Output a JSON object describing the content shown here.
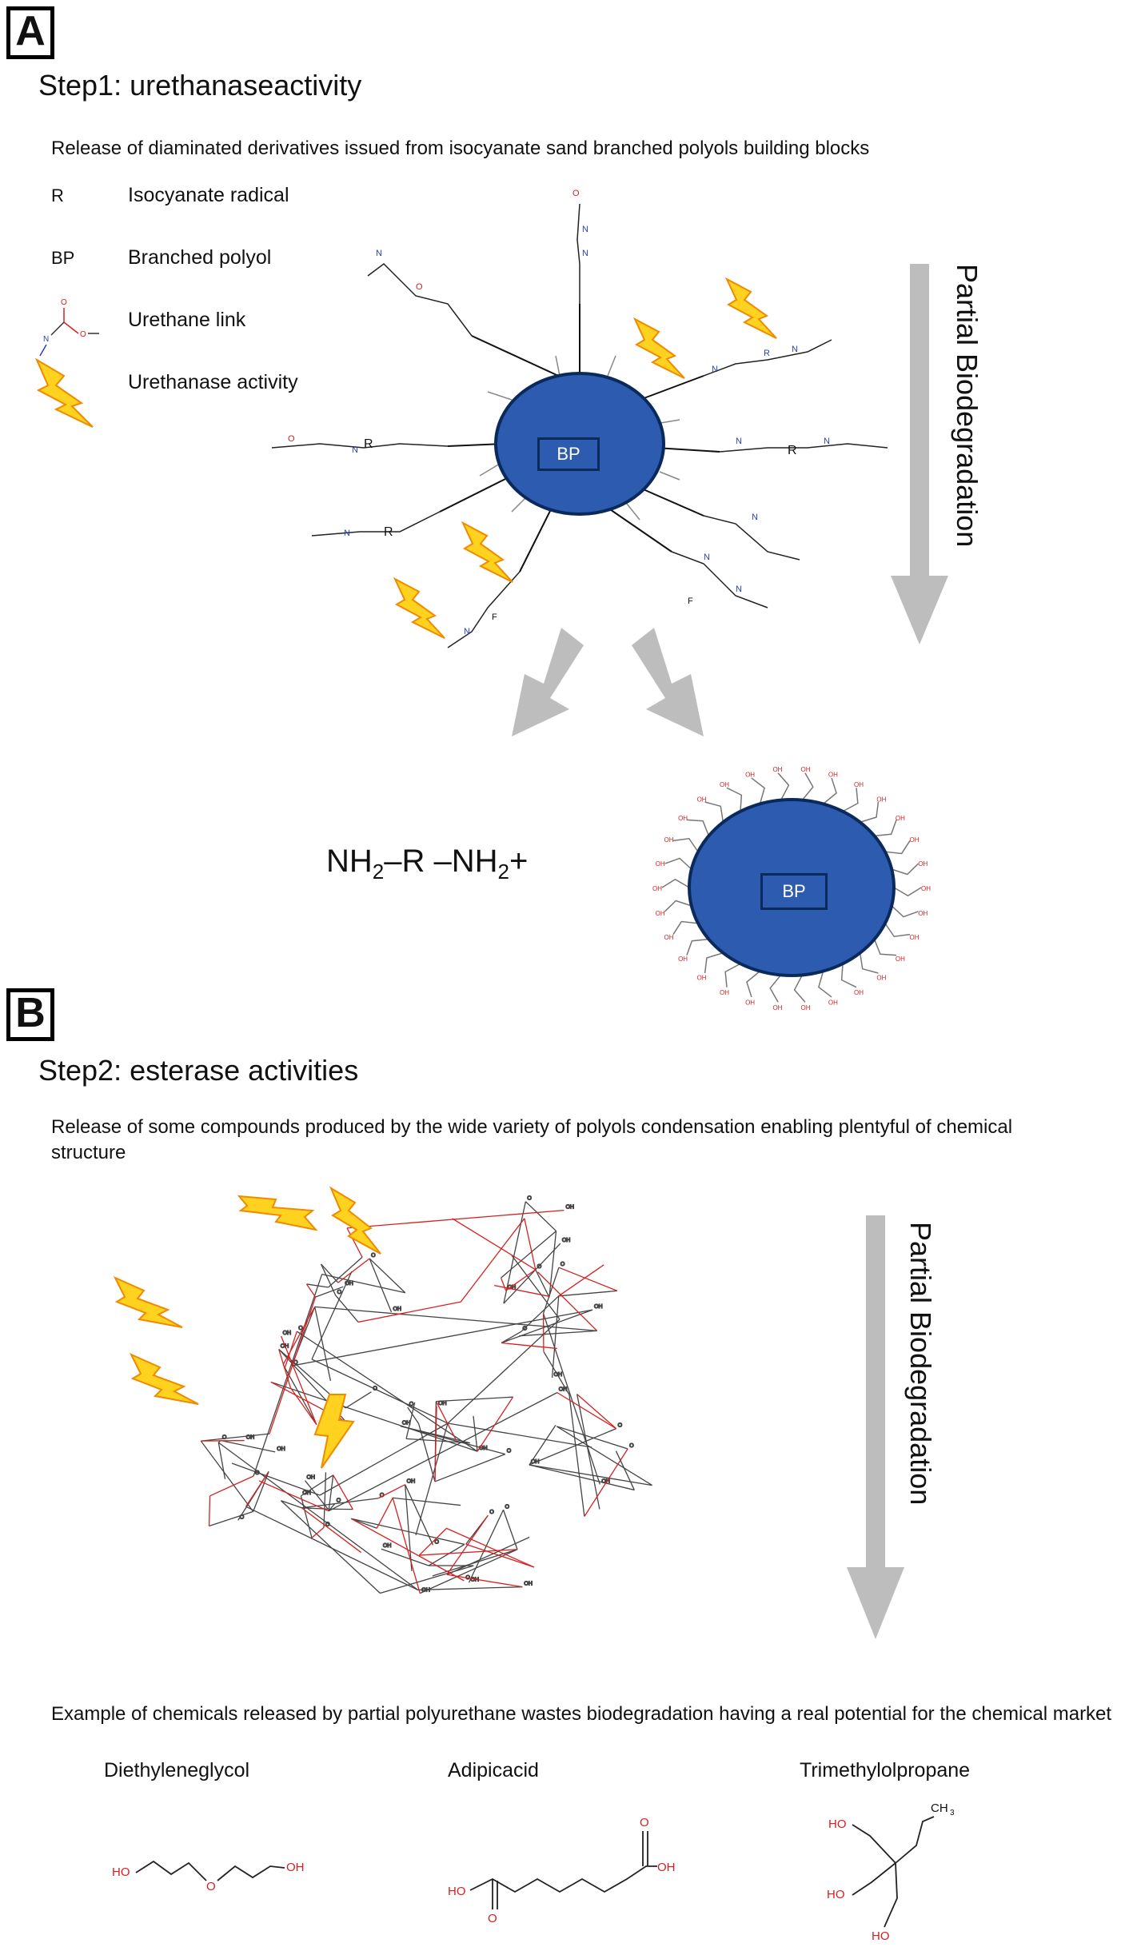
{
  "panel_a": {
    "badge": "A",
    "title": "Step1: urethanaseactivity",
    "caption": "Release of diaminated derivatives issued from isocyanate sand branched polyols building blocks",
    "legend": [
      {
        "key": "R",
        "label": "Isocyanate radical"
      },
      {
        "key": "BP",
        "label": "Branched polyol"
      },
      {
        "key": "",
        "label": "Urethane link"
      },
      {
        "key": "",
        "label": "Urethanase activity"
      }
    ],
    "bp_label": "BP",
    "bp_label_product": "BP",
    "side_arrow_label": "Partial Biodegradation",
    "product_formula": {
      "p1": "NH",
      "s1": "2",
      "p2": "–R –NH",
      "s2": "2",
      "p3": "+"
    }
  },
  "panel_b": {
    "badge": "B",
    "title": "Step2: esterase activities",
    "caption": "Release of some compounds produced by the wide variety of polyols condensation enabling plentyful of chemical structure",
    "side_arrow_label": "Partial Biodegradation",
    "example_caption": "Example of chemicals released by partial polyurethane wastes biodegradation having a real potential for the chemical market",
    "chemicals": [
      {
        "name": "Diethyleneglycol"
      },
      {
        "name": "Adipicacid"
      },
      {
        "name": "Trimethylolpropane"
      }
    ]
  },
  "colors": {
    "bp_fill": "#2d5bb0",
    "bp_stroke": "#0b2a5c",
    "arrow_gray": "#bdbdbd",
    "oxygen_red": "#d62020",
    "nitrogen_blue": "#2a3fb5",
    "lightning_yellow": "#ffd21f",
    "lightning_orange": "#f08a00"
  }
}
